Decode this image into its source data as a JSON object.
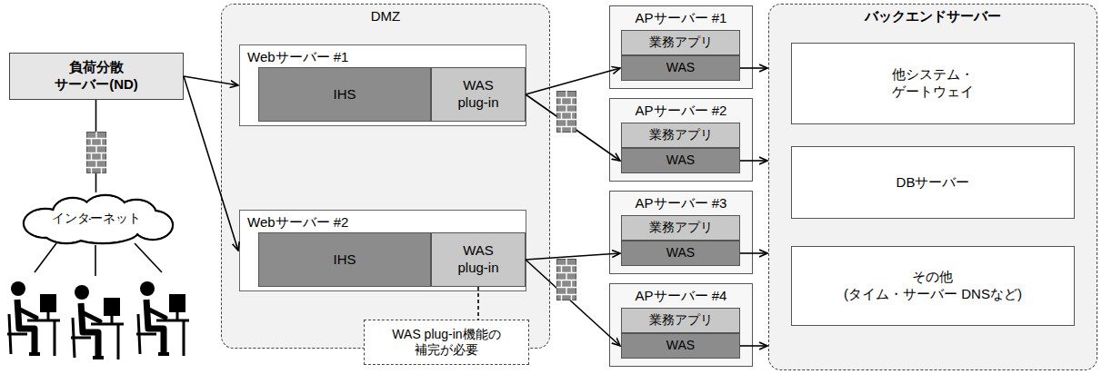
{
  "diagram": {
    "nodes": [
      {
        "text": [
          "負荷分散 サーバー(ND)"
        ]
      },
      {
        "text": [
          "インターネット"
        ]
      },
      {
        "text": [
          "DMZ"
        ]
      },
      {
        "text": [
          "Webサーバー #1"
        ],
        "in": 2
      },
      {
        "text": [
          "IHS"
        ],
        "in": 3
      },
      {
        "text": [
          "WAS plug-in"
        ],
        "in": 3
      },
      {
        "text": [
          "Webサーバー #2"
        ],
        "in": 2
      },
      {
        "text": [
          "IHS"
        ],
        "in": 6
      },
      {
        "text": [
          "WAS plug-in"
        ],
        "in": 6
      },
      {
        "text": [
          "WAS plug-in機能の 補完が必要"
        ]
      },
      {
        "text": [
          "APサーバー #1"
        ]
      },
      {
        "text": [
          "業務アプリ"
        ],
        "in": 10
      },
      {
        "text": [
          "WAS"
        ],
        "in": 10
      },
      {
        "text": [
          "APサーバー #2"
        ]
      },
      {
        "text": [
          "業務アプリ"
        ],
        "in": 13
      },
      {
        "text": [
          "WAS"
        ],
        "in": 13
      },
      {
        "text": [
          "APサーバー #3"
        ]
      },
      {
        "text": [
          "業務アプリ"
        ],
        "in": 16
      },
      {
        "text": [
          "WAS"
        ],
        "in": 16
      },
      {
        "text": [
          "APサーバー #4"
        ]
      },
      {
        "text": [
          "業務アプリ"
        ],
        "in": 19
      },
      {
        "text": [
          "WAS"
        ],
        "in": 19
      },
      {
        "text": [
          "バックエンドサーバー"
        ]
      },
      {
        "text": [
          "他システム・ ゲートウェイ"
        ],
        "in": 22
      },
      {
        "text": [
          "DBサーバー"
        ],
        "in": 22
      },
      {
        "text": [
          "その他 (タイム・サーバー DNSなど)"
        ],
        "in": 22
      }
    ],
    "edges": [
      {
        "from": 0,
        "to": 3,
        "arrow": "to"
      },
      {
        "from": 0,
        "to": 6,
        "arrow": "to"
      },
      {
        "from": 0,
        "to": 1,
        "arrow": "none"
      },
      {
        "from": 5,
        "to": 12,
        "arrow": "to"
      },
      {
        "from": 5,
        "to": 15,
        "arrow": "to"
      },
      {
        "from": 8,
        "to": 18,
        "arrow": "to"
      },
      {
        "from": 8,
        "to": 21,
        "arrow": "to"
      },
      {
        "from": 8,
        "to": 9,
        "arrow": "none"
      },
      {
        "from": 12,
        "to": 22,
        "arrow": "to"
      },
      {
        "from": 15,
        "to": 22,
        "arrow": "to"
      },
      {
        "from": 18,
        "to": 22,
        "arrow": "to"
      },
      {
        "from": 21,
        "to": 22,
        "arrow": "to"
      }
    ]
  }
}
